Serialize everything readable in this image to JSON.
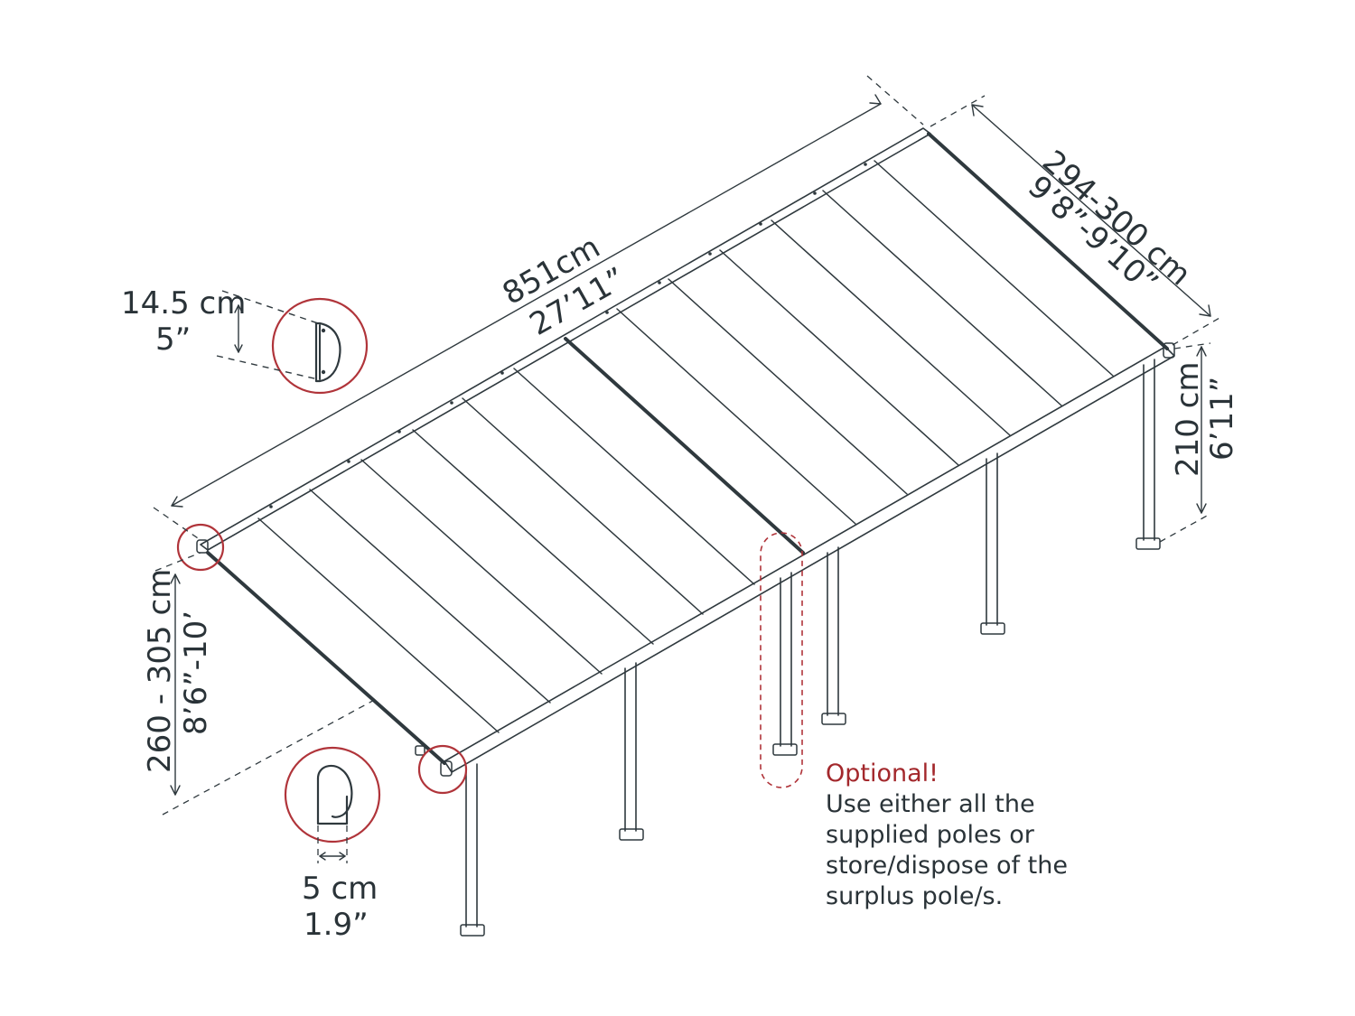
{
  "dimensions": {
    "length": {
      "metric": "851cm",
      "imperial": "27’11”"
    },
    "width": {
      "metric": "294-300 cm",
      "imperial": "9’8”-9’10”"
    },
    "height_front": {
      "metric": "210 cm",
      "imperial": "6’11”"
    },
    "height_wall": {
      "metric": "260 - 305 cm",
      "imperial": "8’6”-10’"
    },
    "beam_height": {
      "metric": "14.5 cm",
      "imperial": "5”"
    },
    "post_width": {
      "metric": "5 cm",
      "imperial": "1.9”"
    }
  },
  "note": {
    "title": "Optional!",
    "lines": [
      "Use either all the",
      "supplied poles or",
      "store/dispose of the",
      "surplus pole/s."
    ]
  },
  "colors": {
    "line": "#2f393e",
    "highlight": "#b0343a",
    "text": "#2a3338"
  }
}
